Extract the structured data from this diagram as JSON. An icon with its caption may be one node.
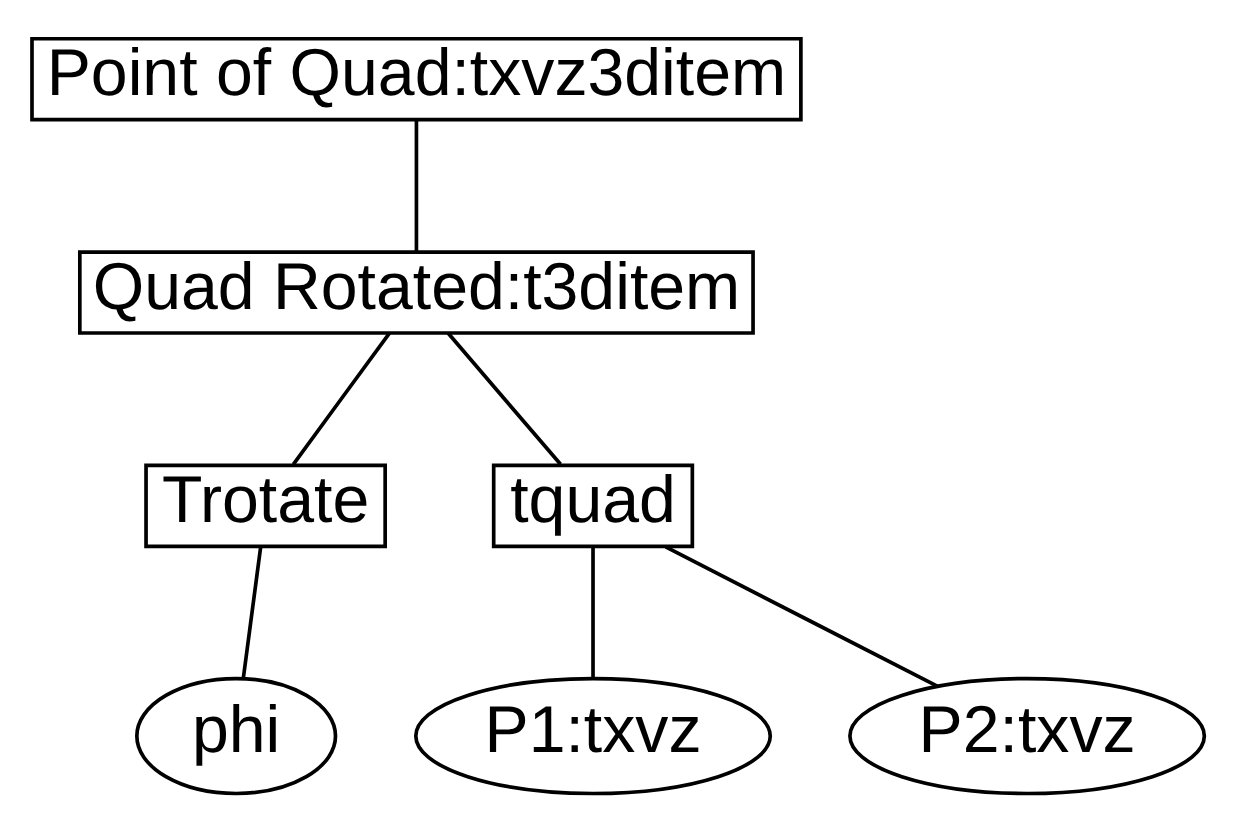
{
  "diagram": {
    "nodes": [
      {
        "text": [
          "Point of Quad:txvz3ditem"
        ]
      },
      {
        "text": [
          "Quad Rotated:t3ditem"
        ]
      },
      {
        "text": [
          "Trotate"
        ]
      },
      {
        "text": [
          "tquad"
        ]
      },
      {
        "text": [
          "phi"
        ]
      },
      {
        "text": [
          "P1:txvz"
        ]
      },
      {
        "text": [
          "P2:txvz"
        ]
      }
    ],
    "edges": [
      {
        "from": 0,
        "to": 1,
        "arrow": "none"
      },
      {
        "from": 1,
        "to": 2,
        "arrow": "none"
      },
      {
        "from": 1,
        "to": 3,
        "arrow": "none"
      },
      {
        "from": 2,
        "to": 4,
        "arrow": "none"
      },
      {
        "from": 3,
        "to": 5,
        "arrow": "none"
      },
      {
        "from": 3,
        "to": 6,
        "arrow": "none"
      }
    ]
  }
}
